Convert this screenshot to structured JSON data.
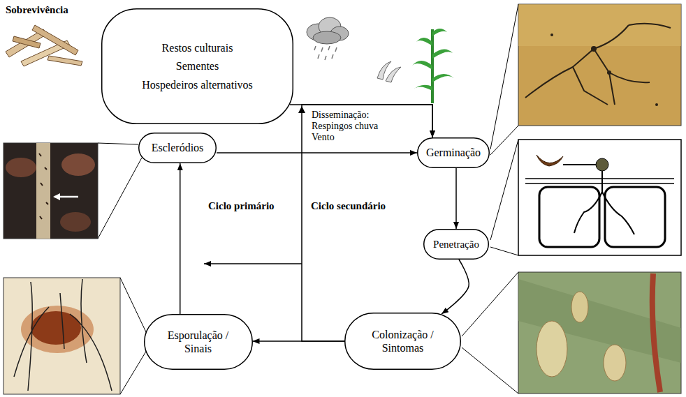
{
  "diagram": {
    "nodes": [
      {
        "text": [
          "Restos culturais",
          "Sementes",
          "Hospedeiros alternativos"
        ]
      },
      {
        "text": [
          "Escleródios"
        ]
      },
      {
        "text": [
          "Germinação"
        ]
      },
      {
        "text": [
          "Penetração"
        ]
      },
      {
        "text": [
          "Colonização / Sintomas"
        ]
      },
      {
        "text": [
          "Esporulação / Sinais"
        ]
      }
    ],
    "edges": [
      {
        "from": 0,
        "to": 2,
        "label": "Disseminação: Respingos chuva Vento",
        "arrow": "to"
      },
      {
        "from": 1,
        "to": 2,
        "arrow": "to"
      },
      {
        "from": 2,
        "to": 3,
        "arrow": "to"
      },
      {
        "from": 3,
        "to": 4,
        "arrow": "to"
      },
      {
        "from": 4,
        "to": 5,
        "arrow": "to"
      },
      {
        "from": 5,
        "to": 1,
        "arrow": "to"
      },
      {
        "from": 4,
        "to": 2,
        "arrow": "to"
      }
    ],
    "labels": [
      "Sobrevivência",
      "Ciclo primário",
      "Ciclo secundário"
    ]
  }
}
